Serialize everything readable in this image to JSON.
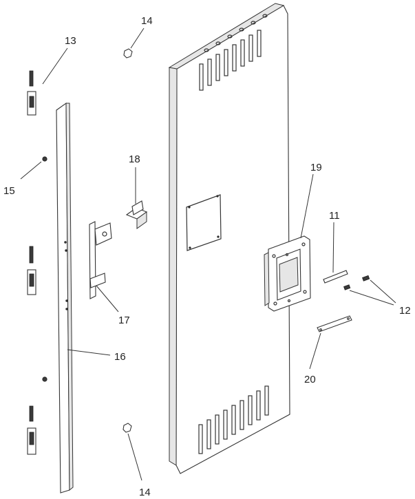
{
  "callouts": [
    {
      "id": "c11",
      "label": "11"
    },
    {
      "id": "c12",
      "label": "12"
    },
    {
      "id": "c13",
      "label": "13"
    },
    {
      "id": "c14a",
      "label": "14"
    },
    {
      "id": "c14b",
      "label": "14"
    },
    {
      "id": "c15",
      "label": "15"
    },
    {
      "id": "c16",
      "label": "16"
    },
    {
      "id": "c17",
      "label": "17"
    },
    {
      "id": "c18",
      "label": "18"
    },
    {
      "id": "c19",
      "label": "19"
    },
    {
      "id": "c20",
      "label": "20"
    }
  ],
  "colors": {
    "line": "#333333",
    "shade": "#e6e6e6",
    "background": "#ffffff"
  }
}
